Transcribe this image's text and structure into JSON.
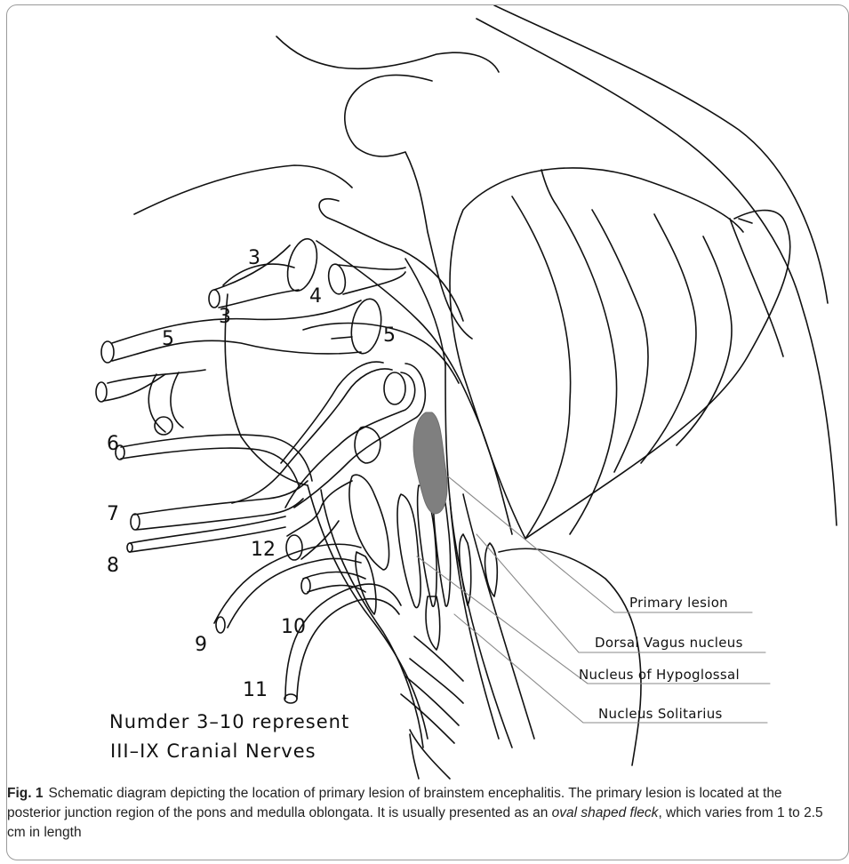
{
  "nerve_labels": {
    "n3a": "3",
    "n3b": "3",
    "n4": "4",
    "n5a": "5",
    "n5b": "5",
    "n6": "6",
    "n7": "7",
    "n8": "8",
    "n9": "9",
    "n10": "10",
    "n11": "11",
    "n12": "12"
  },
  "callouts": {
    "primary_lesion": "Primary lesion",
    "dorsal_vagus": "Dorsal Vagus nucleus",
    "hypoglossal": "Nucleus of Hypoglossal",
    "solitarius": "Nucleus Solitarius"
  },
  "note": {
    "line1": "Numder 3–10 represent",
    "line2": "III–IX Cranial Nerves"
  },
  "caption": {
    "fig": "Fig. 1",
    "text_before": "Schematic diagram depicting the location of primary lesion of brainstem encephalitis. The primary lesion is located at the posterior junction region of the pons and medulla oblongata. It is usually presented as an",
    "emphasis": "oval shaped fleck",
    "text_after": ", which varies from 1 to 2.5 cm in length"
  },
  "colors": {
    "line": "#111111",
    "leader": "#8a8a8a",
    "lesion": "#7f7f7f"
  }
}
